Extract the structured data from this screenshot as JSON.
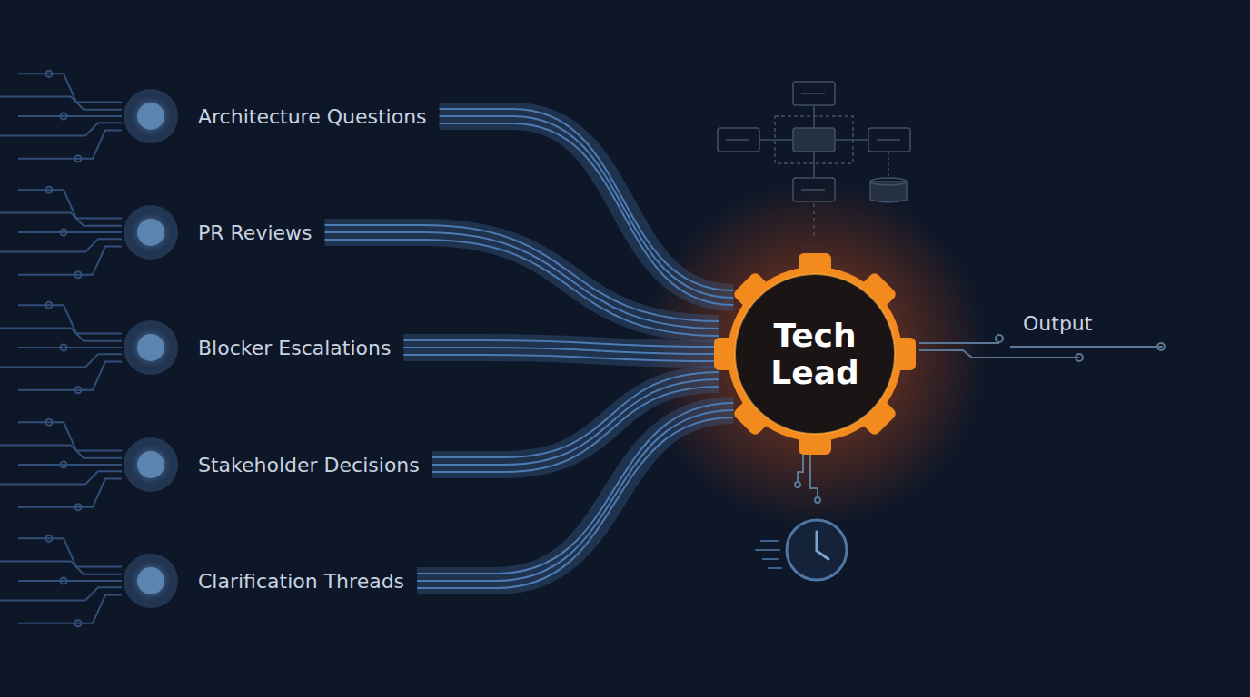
{
  "diagram": {
    "nodes": [
      {
        "text": [
          "Architecture Questions"
        ]
      },
      {
        "text": [
          "PR Reviews"
        ]
      },
      {
        "text": [
          "Blocker Escalations"
        ]
      },
      {
        "text": [
          "Stakeholder Decisions"
        ]
      },
      {
        "text": [
          "Clarification Threads"
        ]
      },
      {
        "text": [
          "Tech Lead"
        ]
      }
    ],
    "edges": [
      {
        "from": 0,
        "to": 5,
        "arrow": "none"
      },
      {
        "from": 1,
        "to": 5,
        "arrow": "none"
      },
      {
        "from": 2,
        "to": 5,
        "arrow": "none"
      },
      {
        "from": 3,
        "to": 5,
        "arrow": "none"
      },
      {
        "from": 4,
        "to": 5,
        "arrow": "none"
      }
    ],
    "labels": [
      "Output"
    ]
  }
}
